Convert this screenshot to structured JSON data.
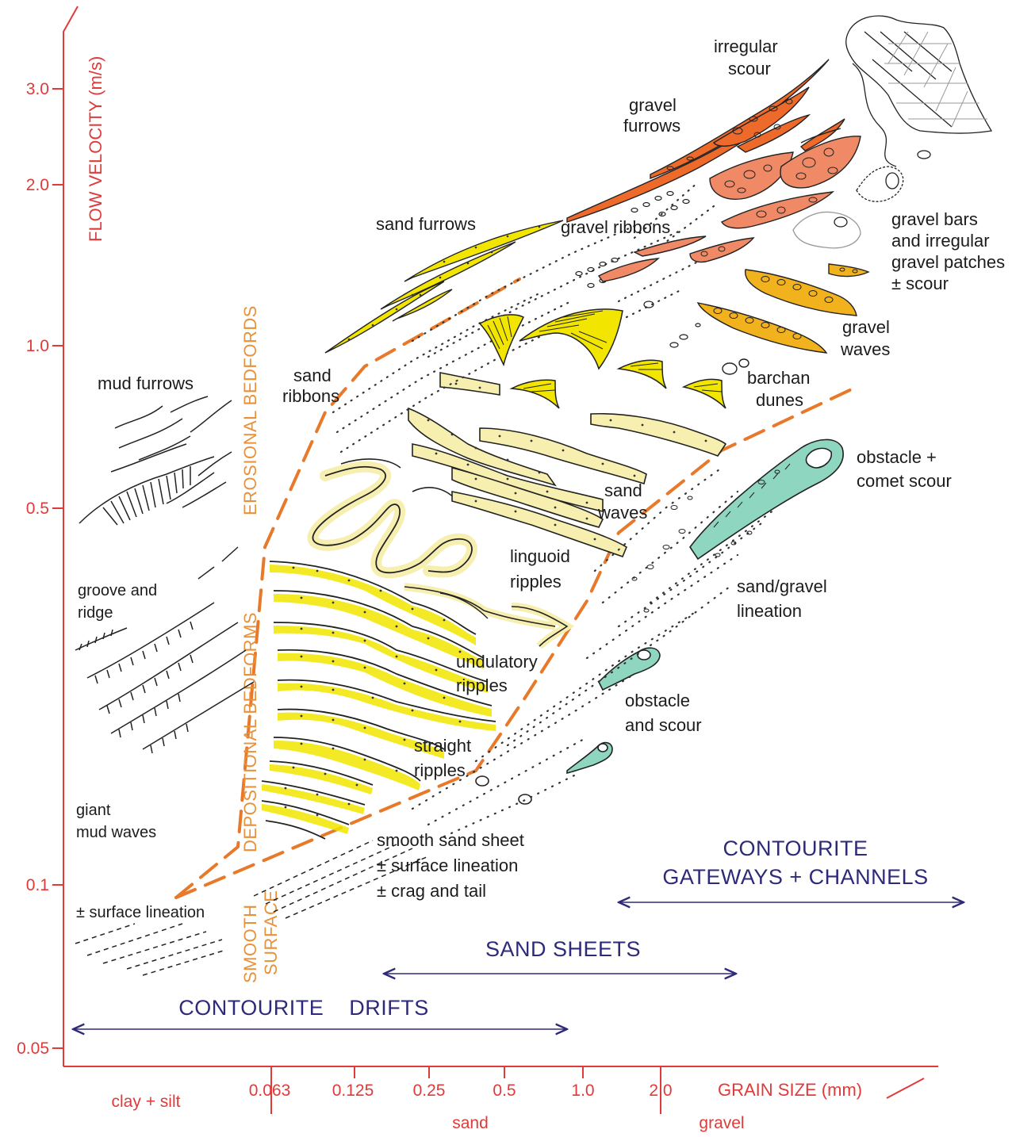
{
  "axes": {
    "y_title": "FLOW VELOCITY (m/s)",
    "x_title": "GRAIN SIZE (mm)",
    "y_ticks": [
      "3.0",
      "2.0",
      "1.0",
      "0.5",
      "0.1",
      "0.05"
    ],
    "x_ticks": [
      "0.063",
      "0.125",
      "0.25",
      "0.5",
      "1.0",
      "2.0"
    ],
    "x_groups": [
      "clay + silt",
      "sand",
      "gravel"
    ]
  },
  "zones": {
    "erosional": "EROSIONAL BEDFORDS",
    "depositional": "DEPOSITIONAL BEDFORMS",
    "smooth_1": "SMOOTH",
    "smooth_2": "SURFACE"
  },
  "labels": {
    "irregular_scour": [
      "irregular",
      "scour"
    ],
    "gravel_furrows": [
      "gravel",
      "furrows"
    ],
    "sand_furrows": "sand furrows",
    "gravel_ribbons": "gravel  ribbons",
    "gravel_bars": [
      "gravel bars",
      "and irregular",
      "gravel patches",
      "± scour"
    ],
    "gravel_waves": [
      "gravel",
      "waves"
    ],
    "sand_ribbons": [
      "sand",
      "ribbons"
    ],
    "barchan_dunes": [
      "barchan",
      "dunes"
    ],
    "mud_furrows": "mud furrows",
    "obstacle_comet": [
      "obstacle +",
      "comet scour"
    ],
    "sand_waves": [
      "sand",
      "waves"
    ],
    "linguoid_ripples": [
      "linguoid",
      "ripples"
    ],
    "sand_gravel_lineation": [
      "sand/gravel",
      "lineation"
    ],
    "groove_ridge": [
      "groove and",
      "ridge"
    ],
    "undulatory_ripples": [
      "undulatory",
      "ripples"
    ],
    "obstacle_scour": [
      "obstacle",
      "and scour"
    ],
    "straight_ripples": [
      "straight",
      "ripples"
    ],
    "giant_mud_waves": [
      "giant",
      "mud waves"
    ],
    "smooth_sand_sheet": [
      "smooth sand sheet",
      "± surface lineation",
      "± crag and tail"
    ],
    "surface_lineation": "± surface lineation"
  },
  "environments": {
    "gateways": [
      "CONTOURITE",
      "GATEWAYS + CHANNELS"
    ],
    "sand_sheets": "SAND SHEETS",
    "drifts": "CONTOURITE    DRIFTS"
  },
  "colors": {
    "axis": "#e03a3a",
    "boundary": "#e8792a",
    "zone_text": "#e8913a",
    "environment": "#2e2a7a",
    "sand_yellow": "#f2e600",
    "sand_pale": "#f7efb0",
    "gravel_orange": "#ee6a2a",
    "gravel_salmon": "#f08a66",
    "gravel_gold": "#f2b21e",
    "obstacle_teal": "#8fd6c0"
  }
}
